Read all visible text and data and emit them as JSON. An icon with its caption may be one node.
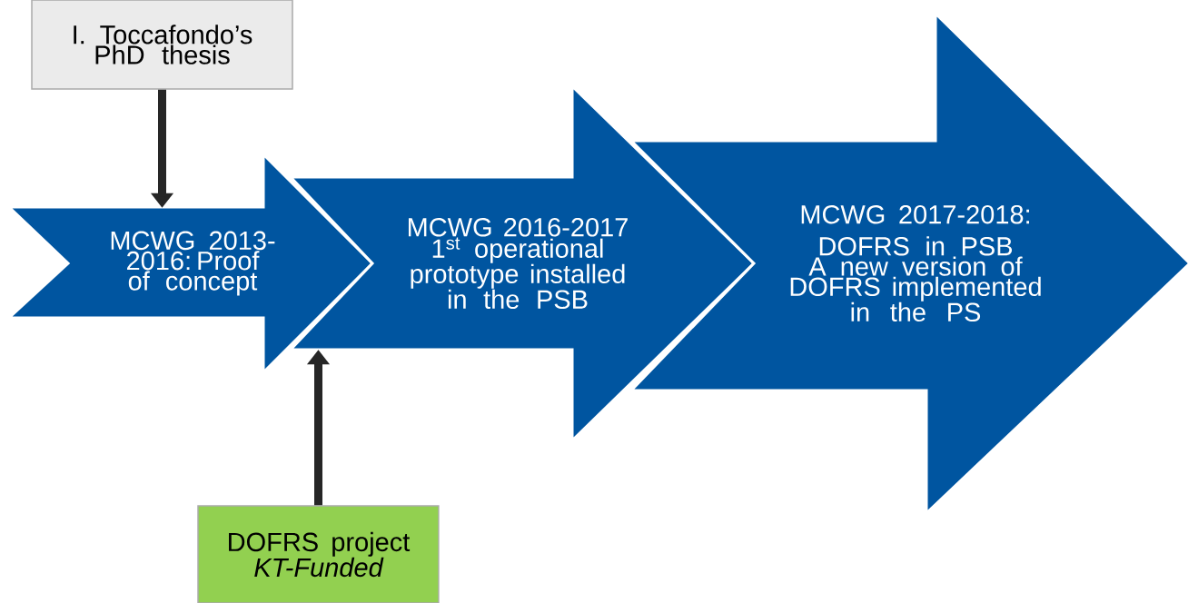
{
  "diagram": {
    "nodes": [
      {
        "text": [
          "I. Toccafondo’s PhD thesis"
        ]
      },
      {
        "text": [
          "MCWG 2013-2016: Proof of concept"
        ]
      },
      {
        "text": [
          "MCWG 2016-2017 1$^{st}$ operational prototype installed in the PSB"
        ]
      },
      {
        "text": [
          "MCWG 2017-2018: DOFRS in PSB",
          "A new version of DOFRS implemented in the PS"
        ]
      },
      {
        "text": [
          "DOFRS project",
          "KT-Funded"
        ]
      }
    ],
    "edges": [
      {
        "from": 0,
        "to": 1,
        "arrow": "to"
      },
      {
        "from": 4,
        "to": 2,
        "arrow": "to"
      }
    ]
  }
}
